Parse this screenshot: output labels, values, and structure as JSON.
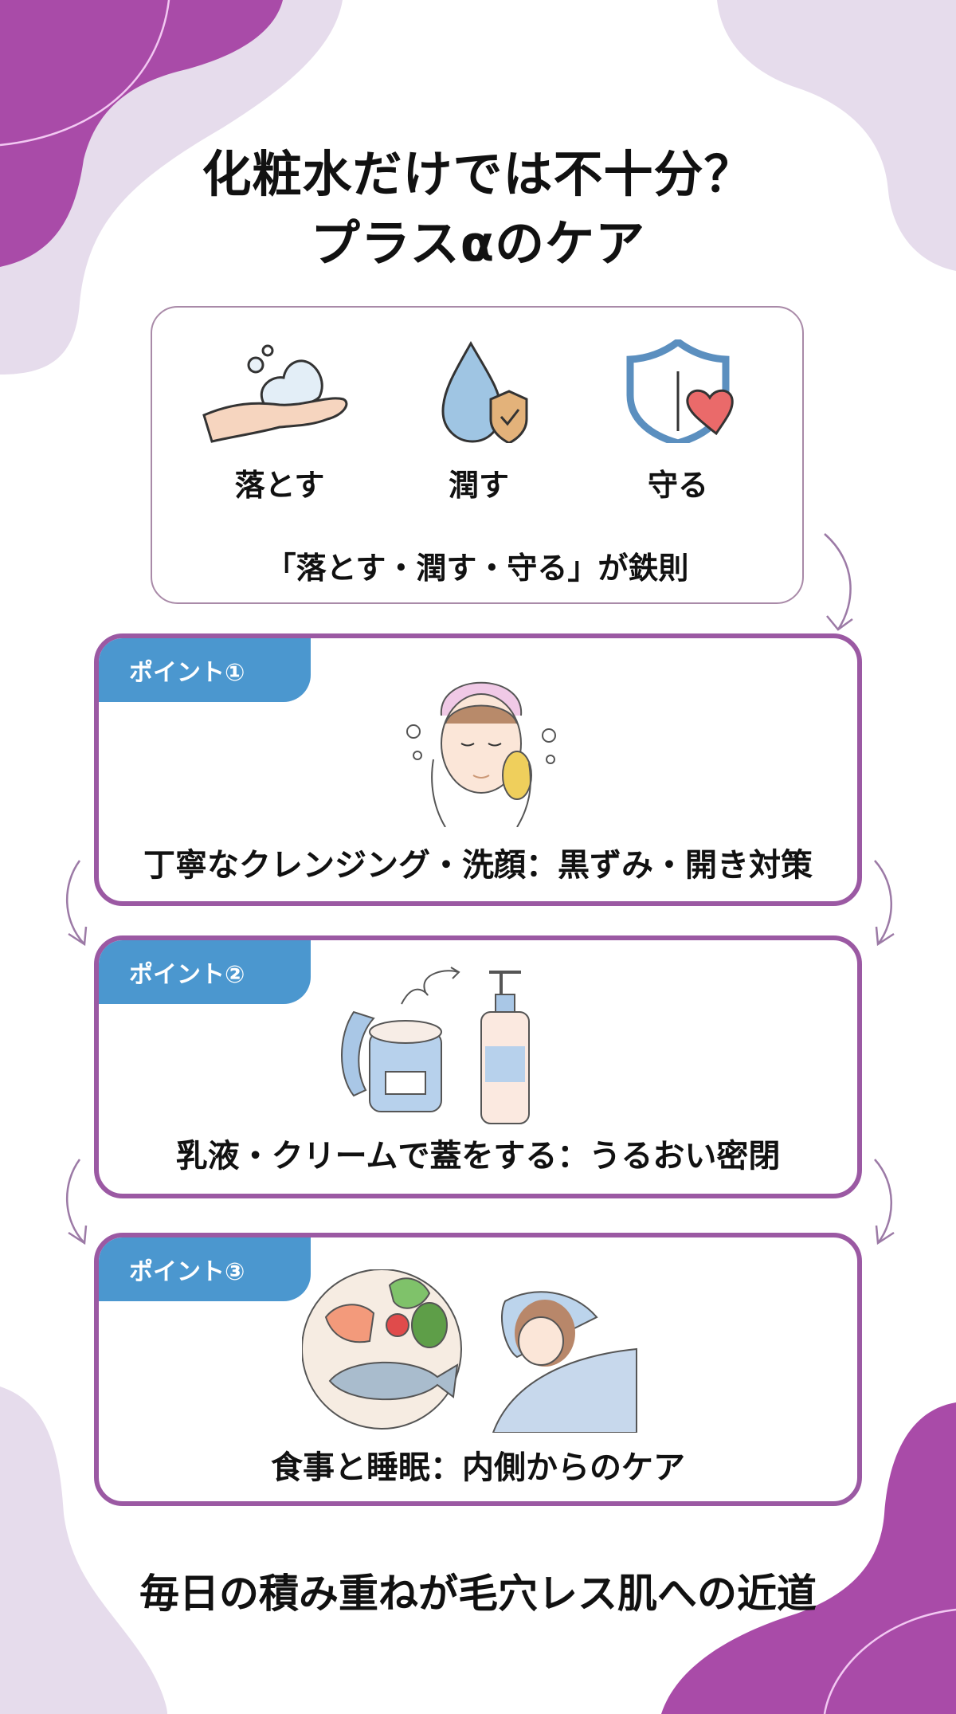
{
  "title": {
    "line1": "化粧水だけでは不十分？",
    "line2": "プラスαのケア"
  },
  "overview": {
    "steps": [
      {
        "label": "落とす",
        "icon": "hand-foam-icon"
      },
      {
        "label": "潤す",
        "icon": "water-drop-shield-icon"
      },
      {
        "label": "守る",
        "icon": "shield-heart-icon"
      }
    ],
    "rule": "「落とす・潤す・守る」が鉄則"
  },
  "points": [
    {
      "badge": "ポイント①",
      "text": "丁寧なクレンジング・洗顔：黒ずみ・開き対策",
      "illustration": "face-washing-illustration"
    },
    {
      "badge": "ポイント②",
      "text": "乳液・クリームで蓋をする：うるおい密閉",
      "illustration": "cream-jar-and-bottle-illustration"
    },
    {
      "badge": "ポイント③",
      "text": "食事と睡眠：内側からのケア",
      "illustration": "meal-and-sleep-illustration"
    }
  ],
  "footer": "毎日の積み重ねが毛穴レス肌への近道",
  "colors": {
    "purple": "#a94ba8",
    "lavender": "#e6dcec",
    "box_border": "#9b59a3",
    "badge_blue": "#4b97cf"
  }
}
